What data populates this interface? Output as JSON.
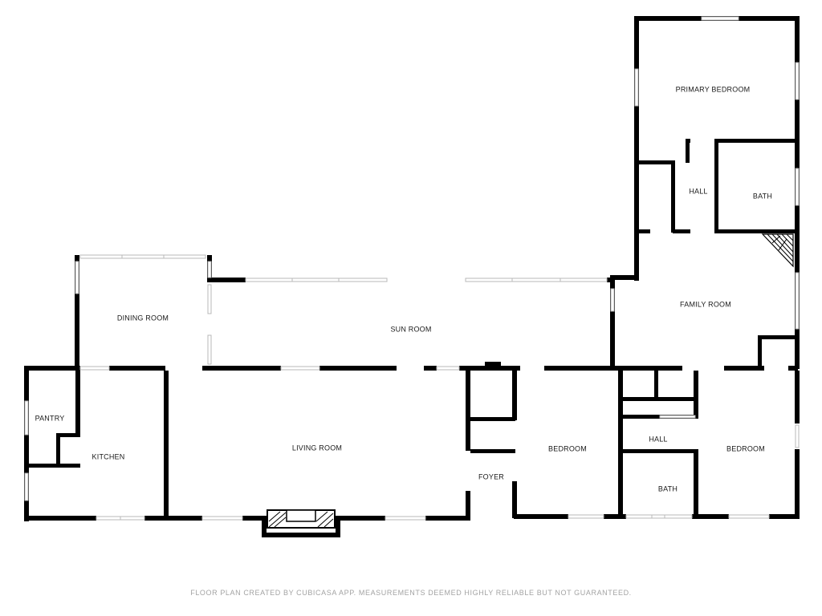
{
  "rooms": {
    "primary_bedroom": "PRIMARY BEDROOM",
    "hall_upper": "HALL",
    "bath_upper": "BATH",
    "family_room": "FAMILY ROOM",
    "dining_room": "DINING ROOM",
    "sun_room": "SUN ROOM",
    "pantry": "PANTRY",
    "kitchen": "KITCHEN",
    "living_room": "LIVING ROOM",
    "foyer": "FOYER",
    "bedroom_center": "BEDROOM",
    "hall_lower": "HALL",
    "bath_lower": "BATH",
    "bedroom_right": "BEDROOM"
  },
  "disclaimer": "FLOOR PLAN CREATED BY CUBICASA APP. MEASUREMENTS DEEMED HIGHLY RELIABLE BUT NOT GUARANTEED."
}
